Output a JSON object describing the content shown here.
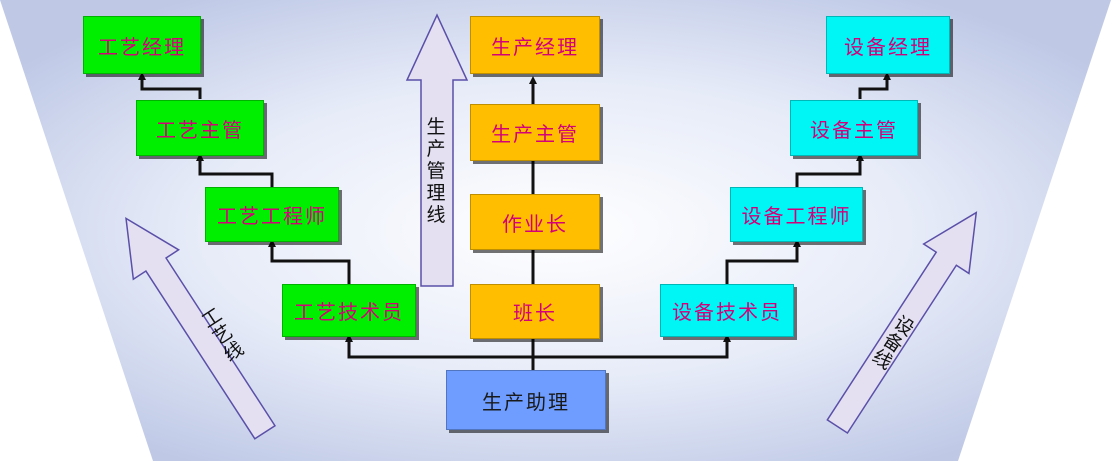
{
  "diagram": {
    "process_line": {
      "label": "工艺线",
      "nodes": [
        "工艺经理",
        "工艺主管",
        "工艺工程师",
        "工艺技术员"
      ]
    },
    "production_line": {
      "label": "生产管理线",
      "nodes": [
        "生产经理",
        "生产主管",
        "作业长",
        "班长"
      ]
    },
    "equipment_line": {
      "label": "设备线",
      "nodes": [
        "设备经理",
        "设备主管",
        "设备工程师",
        "设备技术员"
      ]
    },
    "root": {
      "label": "生产助理"
    }
  },
  "colors": {
    "process": "#00ee00",
    "production": "#ffbf00",
    "equipment": "#00f5f5",
    "root": "#6e9dff",
    "box_text": "#d4007a",
    "arrow_fill": "#e4e0f2",
    "arrow_stroke": "#5a50a8"
  }
}
